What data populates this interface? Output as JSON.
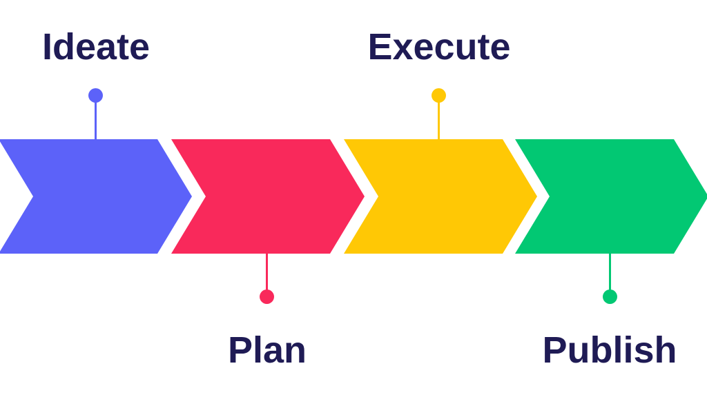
{
  "diagram": {
    "type": "process-flow",
    "background_color": "#ffffff",
    "label_color": "#1f1b55",
    "steps": [
      {
        "label": "Ideate",
        "color": "#5c62f9",
        "label_position": "above"
      },
      {
        "label": "Plan",
        "color": "#f9295b",
        "label_position": "below"
      },
      {
        "label": "Execute",
        "color": "#ffc805",
        "label_position": "above"
      },
      {
        "label": "Publish",
        "color": "#02c873",
        "label_position": "below"
      }
    ]
  }
}
